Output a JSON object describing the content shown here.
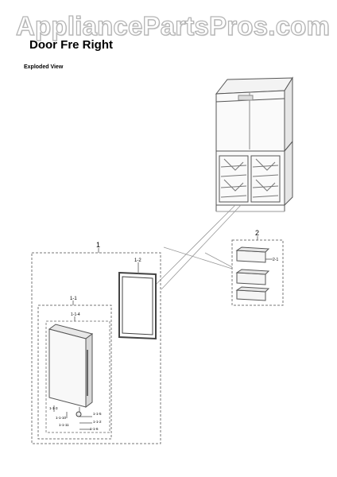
{
  "watermark": "AppliancePartsPros.com",
  "title": "Door Fre Right",
  "subtitle": "Exploded View",
  "labels": {
    "assembly_1": "1",
    "gasket": "1-2",
    "subassembly": "1-1",
    "door_foam": "1-1-4",
    "part_113": "1-1-3",
    "part_115": "1-1-5",
    "part_116": "1-1-6",
    "part_112": "1-1-2",
    "part_1110": "1-1-10",
    "part_1111": "1-1-11",
    "assembly_2": "2",
    "guard": "2-1"
  }
}
